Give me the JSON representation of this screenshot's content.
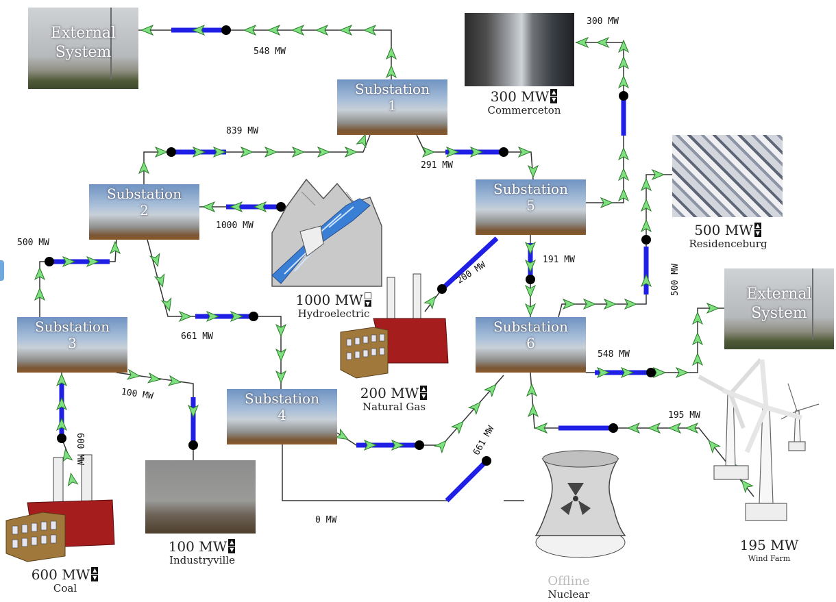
{
  "substations": {
    "s1": {
      "title": "Substation",
      "number": "1"
    },
    "s2": {
      "title": "Substation",
      "number": "2"
    },
    "s3": {
      "title": "Substation",
      "number": "3"
    },
    "s4": {
      "title": "Substation",
      "number": "4"
    },
    "s5": {
      "title": "Substation",
      "number": "5"
    },
    "s6": {
      "title": "Substation",
      "number": "6"
    }
  },
  "external_left": {
    "line1": "External",
    "line2": "System"
  },
  "external_right": {
    "line1": "External",
    "line2": "System"
  },
  "loads": {
    "commerceton": {
      "value": "300 MW",
      "name": "Commerceton"
    },
    "residenceburg": {
      "value": "500 MW",
      "name": "Residenceburg"
    },
    "industryville": {
      "value": "100 MW",
      "name": "Industryville"
    }
  },
  "generators": {
    "hydro": {
      "value": "1000 MW",
      "name": "Hydroelectric"
    },
    "gas": {
      "value": "200 MW",
      "name": "Natural Gas"
    },
    "coal": {
      "value": "600 MW",
      "name": "Coal"
    },
    "nuclear": {
      "state": "Offline",
      "name": "Nuclear"
    },
    "wind": {
      "value": "195 MW",
      "name": "Wind Farm"
    }
  },
  "flows": {
    "s1_ext": "548 MW",
    "s1_commerce": "300 MW",
    "s2_s1": "839 MW",
    "s1_s5": "291 MW",
    "hydro_s2": "1000 MW",
    "s3_s2": "500 MW",
    "s2_s4": "661 MW",
    "gas_s5": "200 MW",
    "s5_s6": "191 MW",
    "s6_resid": "500 MW",
    "s6_ext": "548 MW",
    "s3_indus": "100 MW",
    "coal_s3": "600 MW",
    "s4_s6": "661 MW",
    "s4_nuclear": "0 MW",
    "wind_s6": "195 MW"
  },
  "colors": {
    "line": "#1f1fe6",
    "arrow": "#7ee07e",
    "arrow_stroke": "#2c7a2c",
    "wire": "#333333",
    "breaker": "#000000"
  }
}
